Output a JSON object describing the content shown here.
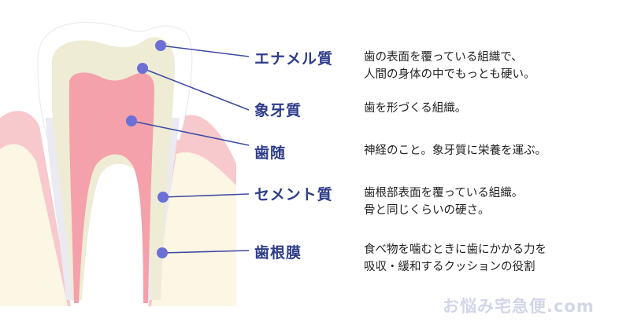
{
  "parts": [
    {
      "id": "enamel",
      "label": "エナメル質",
      "desc": [
        "歯の表面を覆っている組織で、",
        "人間の身体の中でもっとも硬い。"
      ]
    },
    {
      "id": "dentin",
      "label": "象牙質",
      "desc": [
        "歯を形づくる組織。"
      ]
    },
    {
      "id": "pulp",
      "label": "歯随",
      "desc": [
        "神経のこと。象牙質に栄養を運ぶ。"
      ]
    },
    {
      "id": "cementum",
      "label": "セメント質",
      "desc": [
        "歯根部表面を覆っている組織。",
        "骨と同じくらいの硬さ。"
      ]
    },
    {
      "id": "ligament",
      "label": "歯根膜",
      "desc": [
        "食べ物を噛むときに歯にかかる力を",
        "吸収・緩和するクッションの役割"
      ]
    }
  ],
  "watermark": "お悩み宅急便.com",
  "colors": {
    "label_text": "#2f3d8a",
    "leader_line": "#3e4ba3",
    "marker_dot": "#6b6fd6",
    "gum": "#f7c9cc",
    "bone": "#fcf6e4",
    "enamel": "#ffffff",
    "dentin": "#efecd6",
    "pulp": "#f4a1ac",
    "cementum": "#ebe9f1",
    "watermark": "#d2d6e8"
  }
}
